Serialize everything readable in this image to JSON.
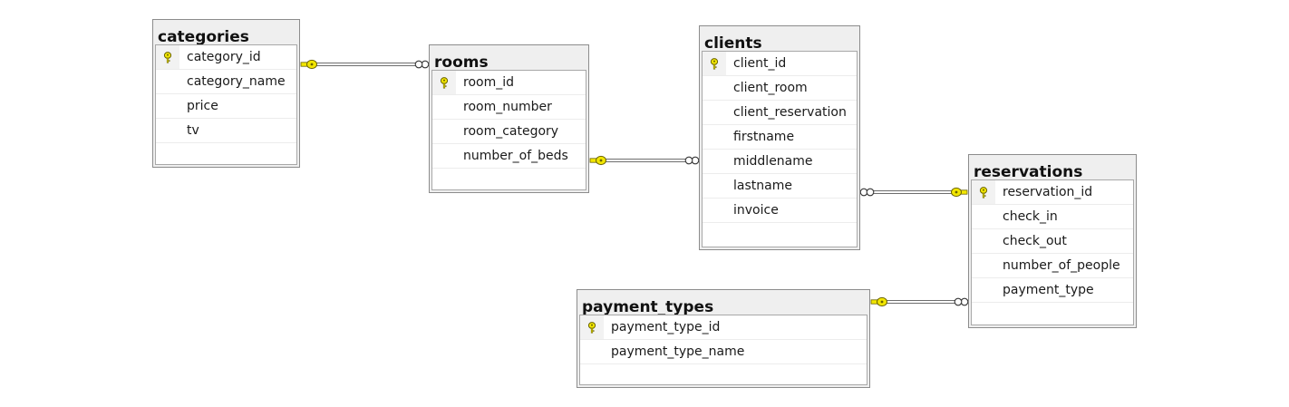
{
  "tables": [
    {
      "id": "categories",
      "title": "categories",
      "columns": [
        {
          "name": "category_id",
          "pk": true
        },
        {
          "name": "category_name",
          "pk": false
        },
        {
          "name": "price",
          "pk": false
        },
        {
          "name": "tv",
          "pk": false
        }
      ]
    },
    {
      "id": "rooms",
      "title": "rooms",
      "columns": [
        {
          "name": "room_id",
          "pk": true
        },
        {
          "name": "room_number",
          "pk": false
        },
        {
          "name": "room_category",
          "pk": false
        },
        {
          "name": "number_of_beds",
          "pk": false
        }
      ]
    },
    {
      "id": "clients",
      "title": "clients",
      "columns": [
        {
          "name": "client_id",
          "pk": true
        },
        {
          "name": "client_room",
          "pk": false
        },
        {
          "name": "client_reservation",
          "pk": false
        },
        {
          "name": "firstname",
          "pk": false
        },
        {
          "name": "middlename",
          "pk": false
        },
        {
          "name": "lastname",
          "pk": false
        },
        {
          "name": "invoice",
          "pk": false
        }
      ]
    },
    {
      "id": "reservations",
      "title": "reservations",
      "columns": [
        {
          "name": "reservation_id",
          "pk": true
        },
        {
          "name": "check_in",
          "pk": false
        },
        {
          "name": "check_out",
          "pk": false
        },
        {
          "name": "number_of_people",
          "pk": false
        },
        {
          "name": "payment_type",
          "pk": false
        }
      ]
    },
    {
      "id": "payment_types",
      "title": "payment_types",
      "columns": [
        {
          "name": "payment_type_id",
          "pk": true
        },
        {
          "name": "payment_type_name",
          "pk": false
        }
      ]
    }
  ],
  "relationships": [
    {
      "one": "categories",
      "many": "rooms"
    },
    {
      "one": "rooms",
      "many": "clients"
    },
    {
      "one": "reservations",
      "many": "clients"
    },
    {
      "one": "payment_types",
      "many": "reservations"
    }
  ],
  "colors": {
    "key_fill": "#f2e600",
    "key_stroke": "#6b6400",
    "line": "#6e6e6e",
    "header_bg": "#efefef"
  }
}
